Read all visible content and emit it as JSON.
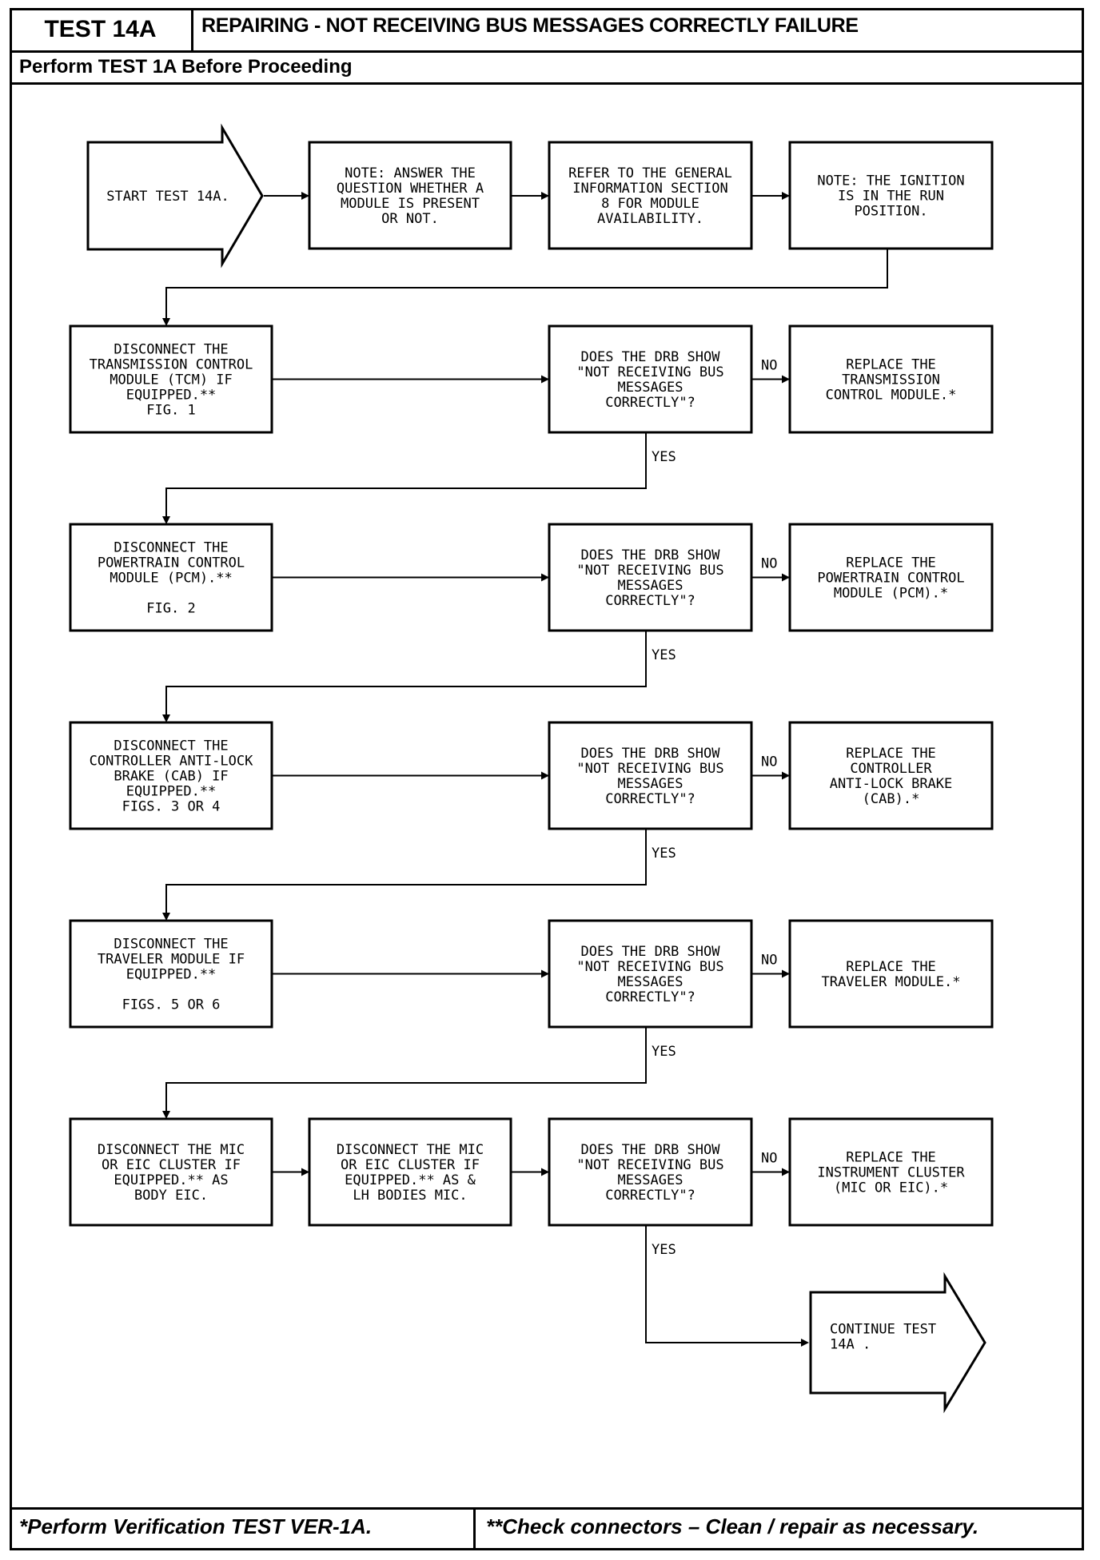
{
  "header": {
    "test_id": "TEST 14A",
    "title": "REPAIRING - NOT RECEIVING BUS MESSAGES CORRECTLY FAILURE",
    "subtitle": "Perform TEST 1A Before Proceeding"
  },
  "footer": {
    "left": "*Perform Verification TEST VER-1A.",
    "right": "**Check connectors – Clean / repair as necessary."
  },
  "flow": {
    "start": [
      "START TEST 14A."
    ],
    "note1": [
      "NOTE: ANSWER THE",
      "QUESTION WHETHER A",
      "MODULE IS PRESENT",
      "OR NOT."
    ],
    "note2": [
      "REFER TO THE GENERAL",
      "INFORMATION SECTION",
      "8 FOR MODULE",
      "AVAILABILITY."
    ],
    "note3": [
      "NOTE: THE IGNITION",
      "IS IN THE RUN",
      "POSITION."
    ],
    "disc1": [
      "DISCONNECT THE",
      "TRANSMISSION CONTROL",
      "MODULE (TCM) IF",
      "EQUIPPED.**",
      "FIG. 1"
    ],
    "disc2": [
      "DISCONNECT THE",
      "POWERTRAIN CONTROL",
      "MODULE (PCM).**",
      "",
      "FIG. 2"
    ],
    "disc3": [
      "DISCONNECT THE",
      "CONTROLLER ANTI-LOCK",
      "BRAKE (CAB) IF",
      "EQUIPPED.**",
      "FIGS. 3 OR 4"
    ],
    "disc4": [
      "DISCONNECT THE",
      "TRAVELER MODULE IF",
      "EQUIPPED.**",
      "",
      "FIGS. 5 OR 6"
    ],
    "disc5a": [
      "DISCONNECT THE MIC",
      "OR EIC CLUSTER IF",
      "EQUIPPED.** AS",
      "BODY EIC."
    ],
    "disc5b": [
      "DISCONNECT THE MIC",
      "OR EIC CLUSTER IF",
      "EQUIPPED.** AS &",
      "LH BODIES MIC."
    ],
    "question": [
      "DOES THE DRB SHOW",
      "\"NOT RECEIVING BUS",
      "MESSAGES",
      "CORRECTLY\"?"
    ],
    "rep1": [
      "REPLACE THE",
      "TRANSMISSION",
      "CONTROL MODULE.*"
    ],
    "rep2": [
      "REPLACE THE",
      "POWERTRAIN CONTROL",
      "MODULE (PCM).*"
    ],
    "rep3": [
      "REPLACE THE",
      "CONTROLLER",
      "ANTI-LOCK BRAKE",
      "(CAB).*"
    ],
    "rep4": [
      "REPLACE THE",
      "TRAVELER MODULE.*"
    ],
    "rep5": [
      "REPLACE THE",
      "INSTRUMENT CLUSTER",
      "(MIC OR EIC).*"
    ],
    "cont": [
      "CONTINUE TEST",
      "14A ."
    ],
    "no_label": "NO",
    "yes_label": "YES"
  }
}
